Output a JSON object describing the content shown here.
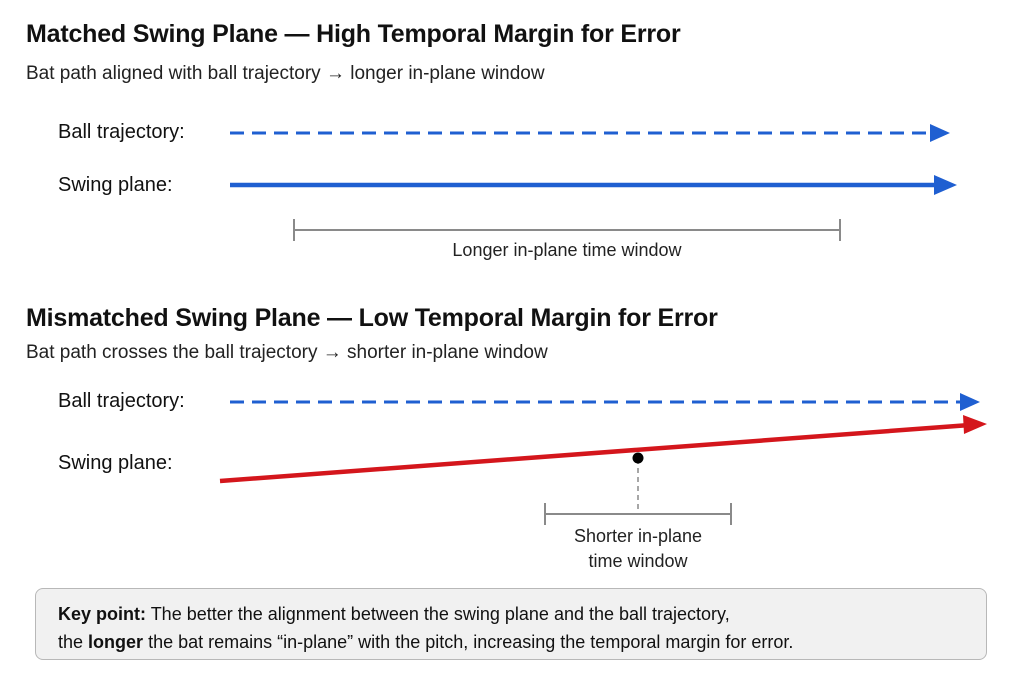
{
  "section_matched": {
    "title": "Matched Swing Plane — High Temporal Margin for Error",
    "subtitle": "Bat path aligned with ball trajectory → longer in-plane window",
    "ball_label": "Ball trajectory:",
    "swing_label": "Swing plane:",
    "window_label": "Longer in-plane time window"
  },
  "section_mismatched": {
    "title": "Mismatched Swing Plane — Low Temporal Margin for Error",
    "subtitle": "Bat path crosses the ball trajectory → shorter in-plane window",
    "ball_label": "Ball trajectory:",
    "swing_label": "Swing plane:",
    "window_label_line1": "Shorter in-plane",
    "window_label_line2": "time window"
  },
  "key_point": {
    "lead": "Key point:",
    "line1_text": "The better the alignment between the swing plane and the ball trajectory,",
    "line2_pre": "the",
    "line2_bold": "longer",
    "line2_post": "the bat remains “in-plane” with the pitch, increasing the temporal margin for error."
  },
  "colors": {
    "ball": "#1f5fd1",
    "matched_swing": "#1f5fd1",
    "mismatched_swing": "#d4161c",
    "bracket": "#8a8a8a",
    "intersection": "#000000"
  }
}
